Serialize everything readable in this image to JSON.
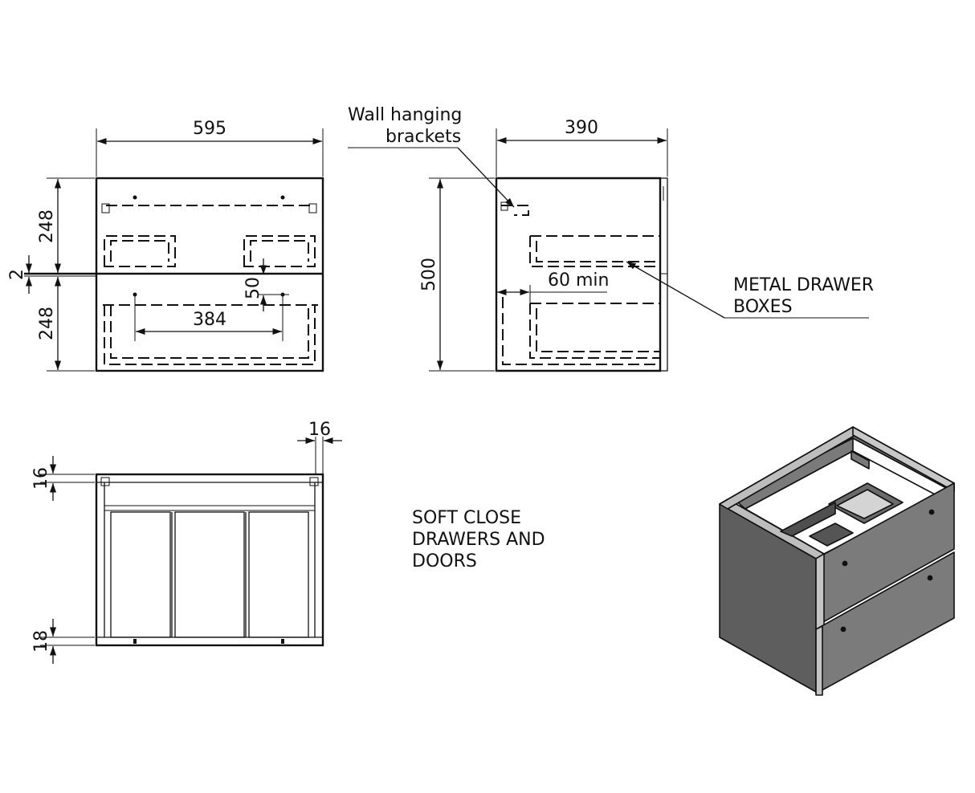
{
  "front_view": {
    "width_dim": "595",
    "upper_height_dim": "248",
    "gap_dim": "2",
    "lower_height_dim": "248",
    "handle_offset_dim": "50",
    "handle_spacing_dim": "384"
  },
  "side_view": {
    "depth_dim": "390",
    "height_dim": "500",
    "clearance_dim": "60 min"
  },
  "plan_view": {
    "side_thickness_dim": "16",
    "top_thickness_dim": "16",
    "bottom_thickness_dim": "18"
  },
  "labels": {
    "brackets_line1": "Wall hanging",
    "brackets_line2": "brackets",
    "drawer_boxes_line1": "METAL DRAWER",
    "drawer_boxes_line2": "BOXES",
    "soft_close_line1": "SOFT CLOSE",
    "soft_close_line2": "DRAWERS AND",
    "soft_close_line3": "DOORS"
  }
}
